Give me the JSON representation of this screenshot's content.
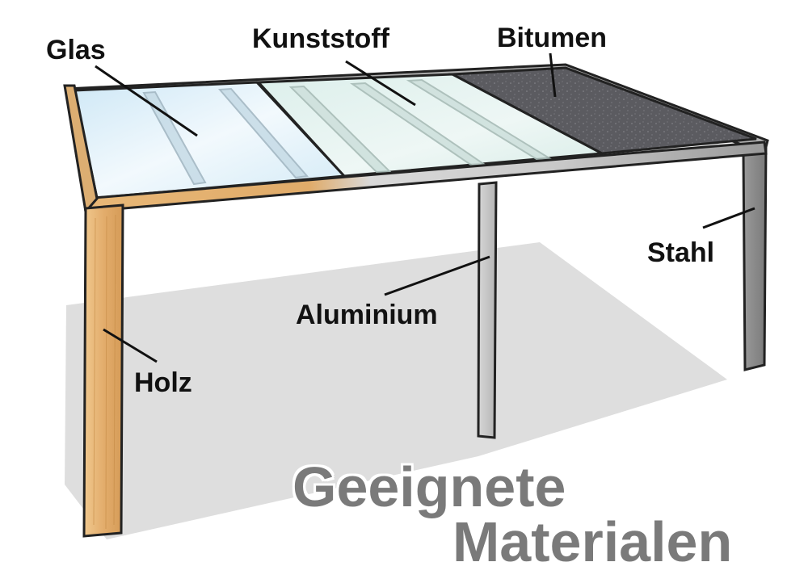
{
  "labels": {
    "glas": "Glas",
    "kunststoff": "Kunststoff",
    "bitumen": "Bitumen",
    "stahl": "Stahl",
    "aluminium": "Aluminium",
    "holz": "Holz"
  },
  "title": {
    "line1": "Geeignete",
    "line2": "Materialen"
  },
  "colors": {
    "wood": "#e6b77a",
    "aluminium": "#c9c9c9",
    "steel": "#8d8d8d",
    "glass": "#dff0fa",
    "plastic": "#e3f1ee",
    "bitumen": "#5a5a5e",
    "shadow": "#dcdcdc",
    "title": "#7a7a7a"
  }
}
